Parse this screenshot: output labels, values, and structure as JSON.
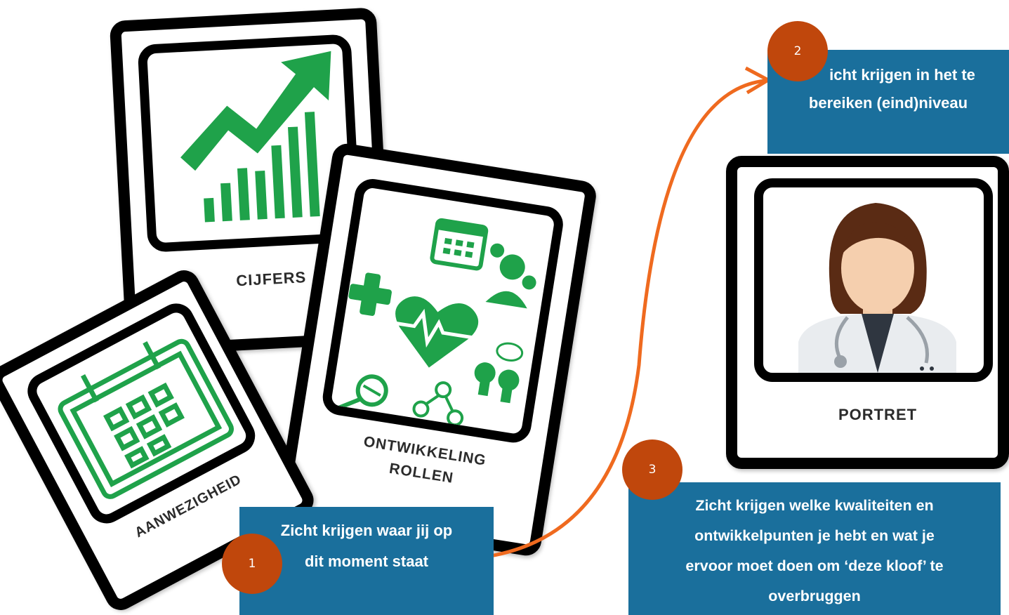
{
  "cards": {
    "cijfers": {
      "label": "CIJFERS"
    },
    "aanwezigheid": {
      "label": "AANWEZIGHEID"
    },
    "ontwikkeling": {
      "label_line1": "ONTWIKKELING",
      "label_line2": "ROLLEN"
    },
    "portret": {
      "label": "PORTRET"
    }
  },
  "callouts": {
    "step1": {
      "number": "1",
      "text_line1": "Zicht krijgen waar jij op",
      "text_line2": "dit moment staat"
    },
    "step2": {
      "number": "2",
      "text_line1": "icht krijgen in het te",
      "text_line2": "bereiken (eind)niveau"
    },
    "step3": {
      "number": "3",
      "text_line1": "Zicht krijgen welke kwaliteiten en",
      "text_line2": "ontwikkelpunten je hebt en wat je",
      "text_line3": "ervoor moet doen om ‘deze kloof’ te",
      "text_line4": "overbruggen"
    }
  },
  "colors": {
    "callout_bg": "#1a6f9c",
    "badge_bg": "#c0470c",
    "icon_green": "#1fa24a",
    "arrow_orange": "#ef6a1f"
  },
  "icons": [
    "growth-chart-icon",
    "calendar-icon",
    "heartbeat-icon",
    "medical-cross-icon",
    "gear-person-icon",
    "speech-heads-icon",
    "microscope-icon",
    "network-people-icon",
    "doctor-portrait-icon"
  ]
}
